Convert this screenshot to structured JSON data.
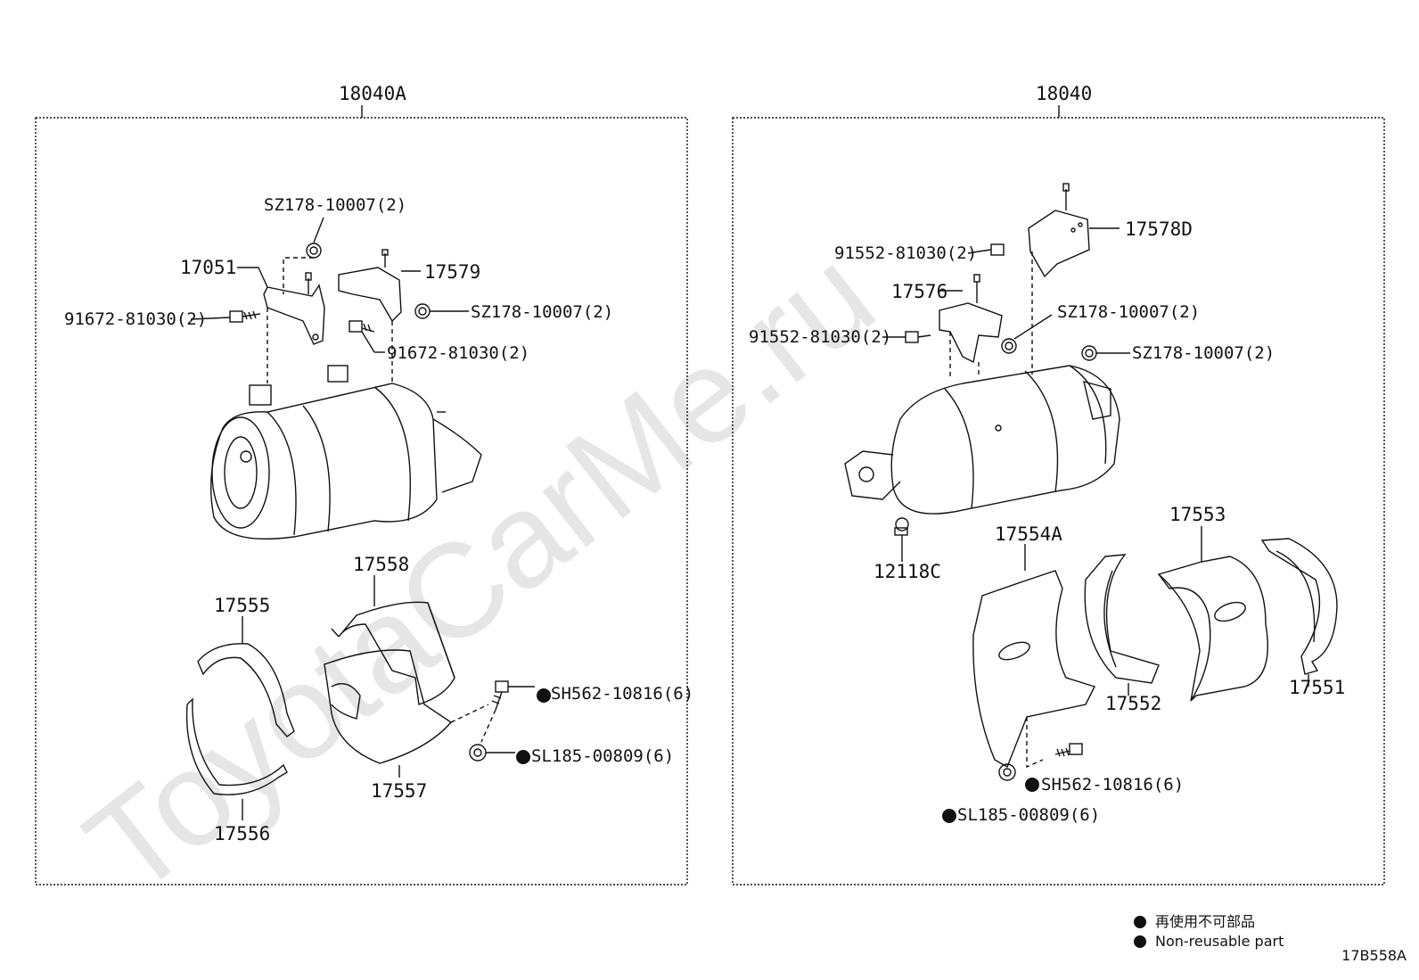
{
  "watermark": "ToyotaCarMe.ru",
  "assemblies": [
    {
      "id": "18040A",
      "labels": {
        "p_17051": "17051",
        "p_17579": "17579",
        "b_91672_a": "91672-81030(2)",
        "b_91672_b": "91672-81030(2)",
        "n_sz178_a": "SZ178-10007(2)",
        "n_sz178_b": "SZ178-10007(2)",
        "p_17558": "17558",
        "p_17555": "17555",
        "p_17556": "17556",
        "p_17557": "17557",
        "b_sh562": "SH562-10816(6)",
        "n_sl185": "SL185-00809(6)"
      }
    },
    {
      "id": "18040",
      "labels": {
        "p_17578d": "17578D",
        "b_91552_a": "91552-81030(2)",
        "p_17576": "17576",
        "b_91552_b": "91552-81030(2)",
        "n_sz178_a": "SZ178-10007(2)",
        "n_sz178_b": "SZ178-10007(2)",
        "p_12118c": "12118C",
        "p_17554a": "17554A",
        "p_17553": "17553",
        "p_17552": "17552",
        "p_17551": "17551",
        "b_sh562": "SH562-10816(6)",
        "n_sl185": "SL185-00809(6)"
      }
    }
  ],
  "legend": {
    "line1": "再使用不可部品",
    "line2": "Non-reusable part"
  },
  "drawing_code": "17B558A"
}
